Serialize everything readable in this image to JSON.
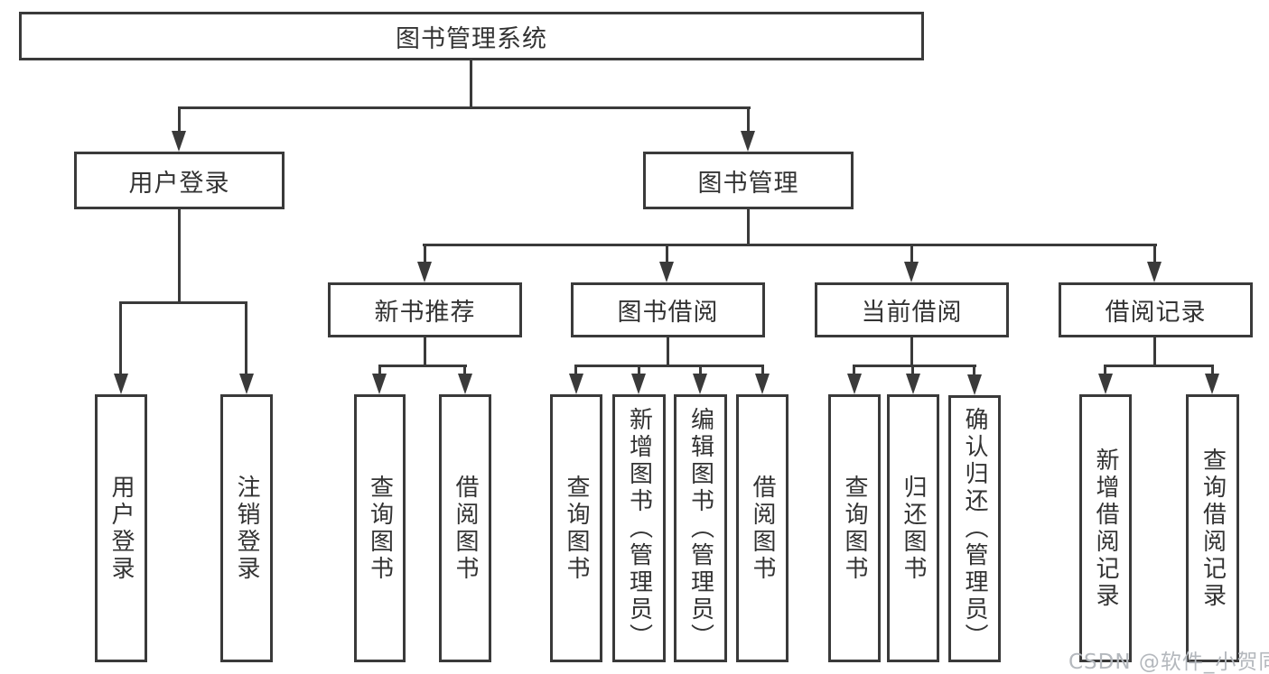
{
  "tree": {
    "root": "图书管理系统",
    "children": [
      {
        "label": "用户登录",
        "children": [
          {
            "label": "用户登录"
          },
          {
            "label": "注销登录"
          }
        ]
      },
      {
        "label": "图书管理",
        "children": [
          {
            "label": "新书推荐",
            "children": [
              {
                "label": "查询图书"
              },
              {
                "label": "借阅图书"
              }
            ]
          },
          {
            "label": "图书借阅",
            "children": [
              {
                "label": "查询图书"
              },
              {
                "label": "新增图书（管理员）"
              },
              {
                "label": "编辑图书（管理员）"
              },
              {
                "label": "借阅图书"
              }
            ]
          },
          {
            "label": "当前借阅",
            "children": [
              {
                "label": "查询图书"
              },
              {
                "label": "归还图书"
              },
              {
                "label": "确认归还（管理员）"
              }
            ]
          },
          {
            "label": "借阅记录",
            "children": [
              {
                "label": "新增借阅记录"
              },
              {
                "label": "查询借阅记录"
              }
            ]
          }
        ]
      }
    ]
  },
  "watermark": "CSDN @软件_小贺同学"
}
